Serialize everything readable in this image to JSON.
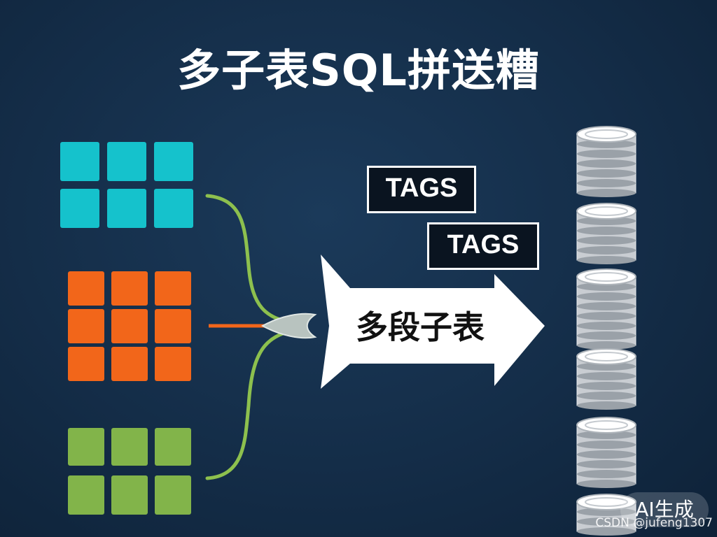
{
  "title": "多子表SQL拼送糟",
  "arrow": {
    "label": "多段子表"
  },
  "tags": [
    "TAGS",
    "TAGS"
  ],
  "grids": [
    {
      "name": "cyan-table",
      "color": "#15c2cc"
    },
    {
      "name": "orange-table",
      "color": "#f2661a"
    },
    {
      "name": "green-table",
      "color": "#82b44a"
    }
  ],
  "connector_colors": {
    "green": "#8dc04e",
    "orange": "#f2661a"
  },
  "stack_color": "#c9cdd2",
  "watermark": {
    "badge": "AI生成",
    "credit": "CSDN @jufeng1307"
  }
}
